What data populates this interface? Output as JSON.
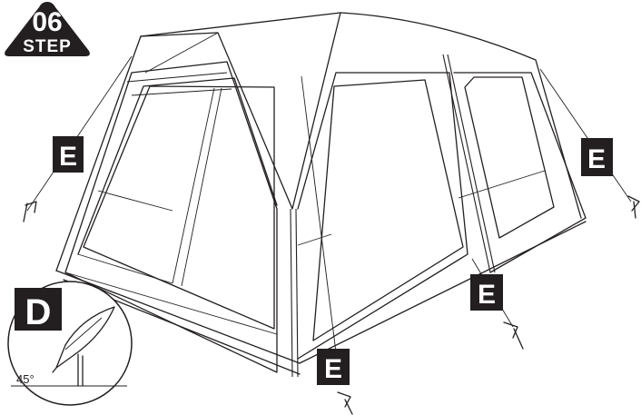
{
  "step": {
    "number": "06",
    "word": "STEP"
  },
  "labels": {
    "e_left": "E",
    "e_right": "E",
    "e_middle": "E",
    "e_bottom": "E",
    "d_detail": "D"
  },
  "detail": {
    "angle": "45°"
  },
  "colors": {
    "ink": "#231f20",
    "background": "#ffffff"
  }
}
